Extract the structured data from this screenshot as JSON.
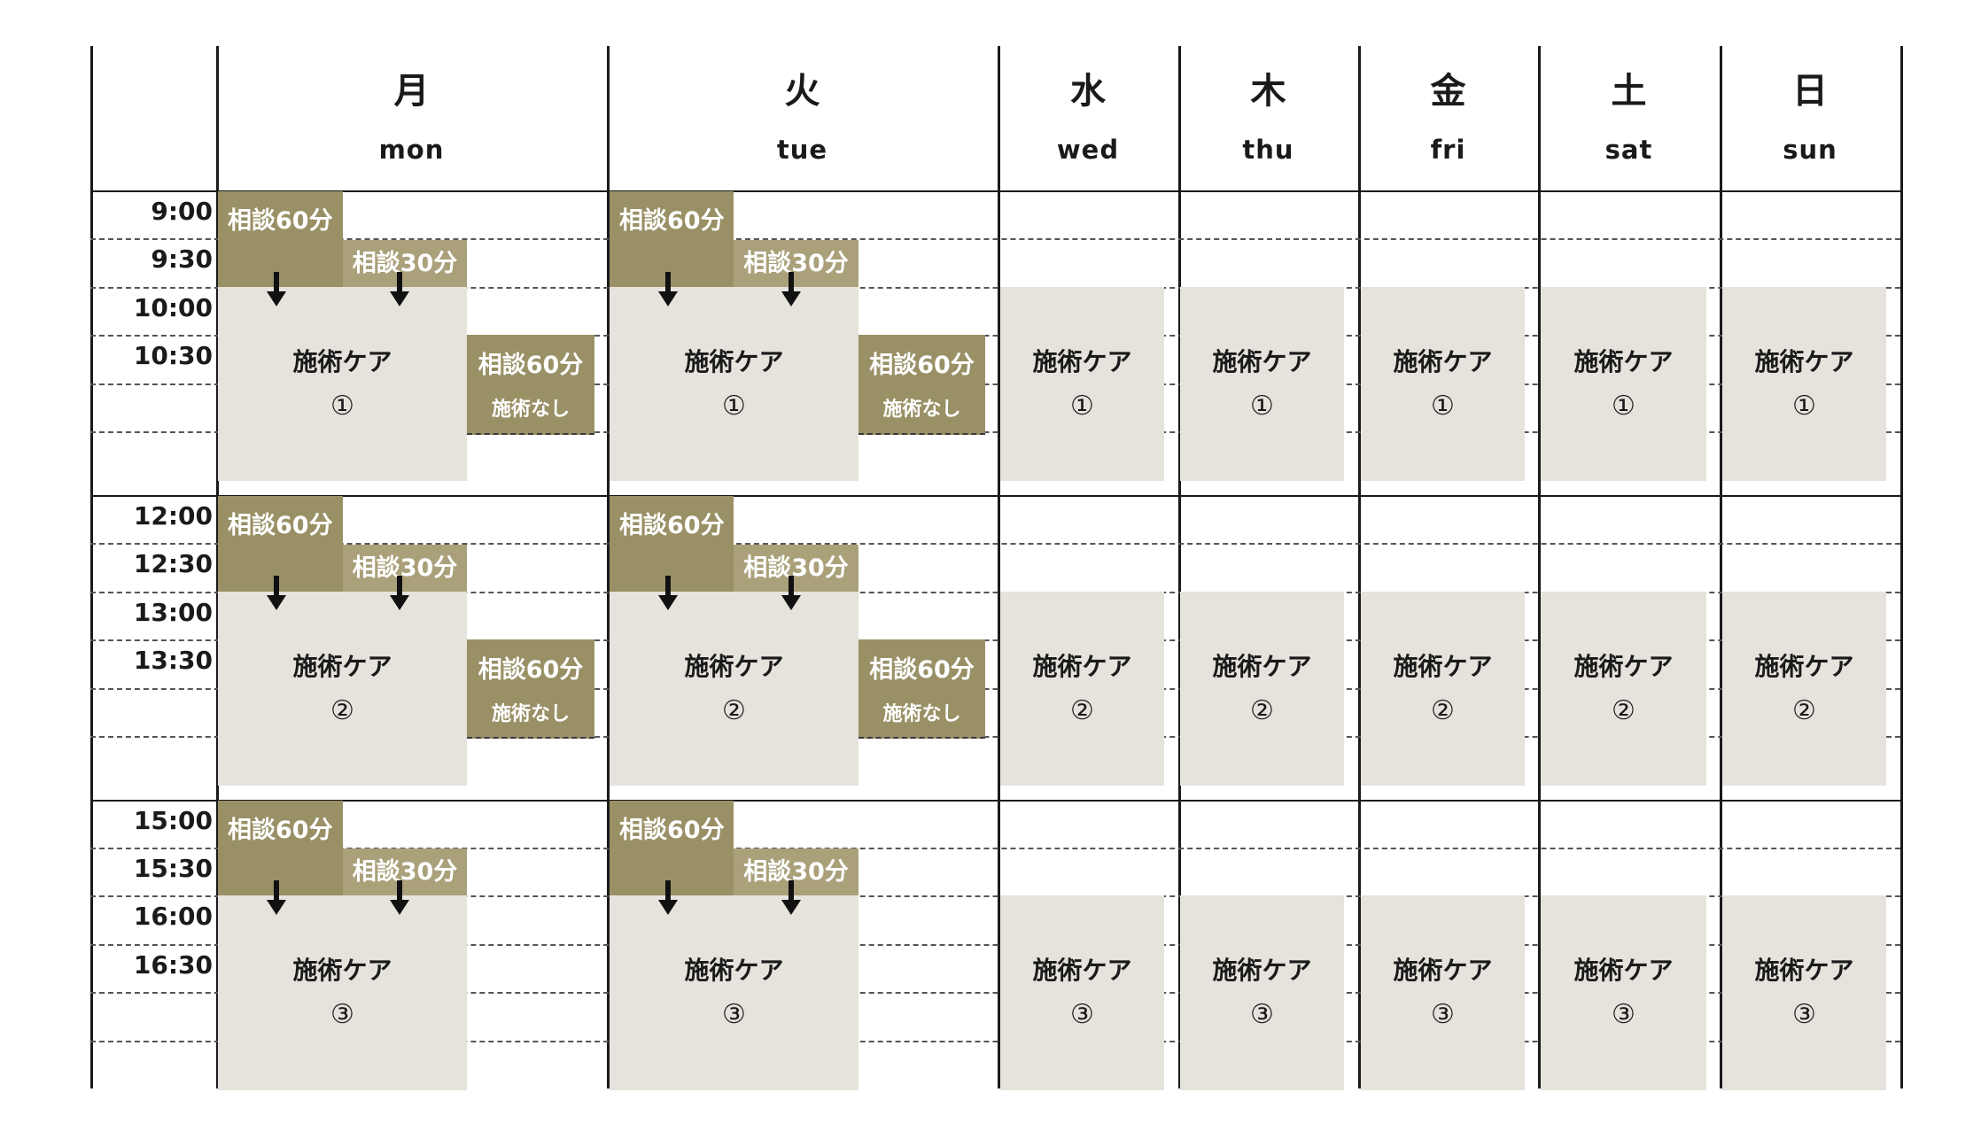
{
  "days": [
    {
      "kanji": "月",
      "en": "mon"
    },
    {
      "kanji": "火",
      "en": "tue"
    },
    {
      "kanji": "水",
      "en": "wed"
    },
    {
      "kanji": "木",
      "en": "thu"
    },
    {
      "kanji": "金",
      "en": "fri"
    },
    {
      "kanji": "土",
      "en": "sat"
    },
    {
      "kanji": "日",
      "en": "sun"
    }
  ],
  "blocks": [
    {
      "times": [
        "9:00",
        "9:30",
        "10:00",
        "10:30"
      ],
      "care_title": "施術ケア",
      "care_number": "①",
      "has_free_session": true
    },
    {
      "times": [
        "12:00",
        "12:30",
        "13:00",
        "13:30"
      ],
      "care_title": "施術ケア",
      "care_number": "②",
      "has_free_session": true
    },
    {
      "times": [
        "15:00",
        "15:30",
        "16:00",
        "16:30"
      ],
      "care_title": "施術ケア",
      "care_number": "③",
      "has_free_session": false
    }
  ],
  "labels": {
    "consult_60": "相談60分",
    "consult_30": "相談30分",
    "no_treatment": "施術なし"
  },
  "colors": {
    "consult_60": "#999066",
    "consult_30": "#aaa17b",
    "care_block": "#e6e2dc",
    "grid_line": "#1a1a1a",
    "dashed_line": "#555555"
  },
  "icons": {
    "flow_arrow": "down-arrow-icon"
  }
}
